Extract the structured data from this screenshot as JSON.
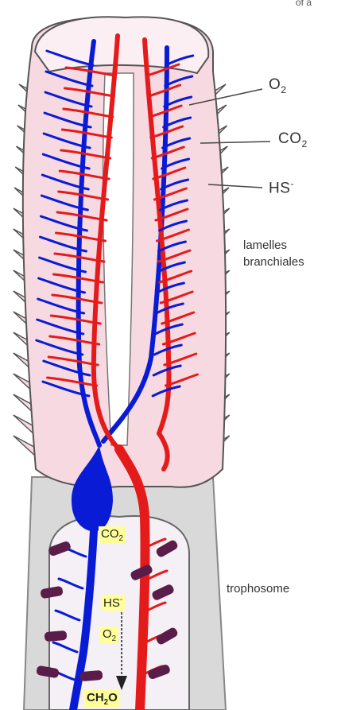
{
  "labels": {
    "corner": "of a",
    "o2": {
      "main": "O",
      "sub": "2"
    },
    "co2": {
      "main": "CO",
      "sub": "2"
    },
    "hs": {
      "main": "HS",
      "sup": "-"
    },
    "lamelles_line1": "lamelles",
    "lamelles_line2": "branchiales",
    "trophosome": "trophosome"
  },
  "inner_labels": {
    "co2": {
      "main": "CO",
      "sub": "2"
    },
    "hs": {
      "main": "HS",
      "sup": "-"
    },
    "o2": {
      "main": "O",
      "sub": "2"
    },
    "ch2o": {
      "main": "CH",
      "sub": "2",
      "rest": "O"
    }
  },
  "colors": {
    "plume_fill": "#f7d9e1",
    "plume_outline": "#555555",
    "tube_fill": "#d9d9d9",
    "trophosome_fill": "#f4f0f6",
    "vessel_blue": "#0a1bd6",
    "vessel_red": "#e51b1b",
    "bacteria": "#5a1d49",
    "label_highlight": "#ffff99"
  }
}
